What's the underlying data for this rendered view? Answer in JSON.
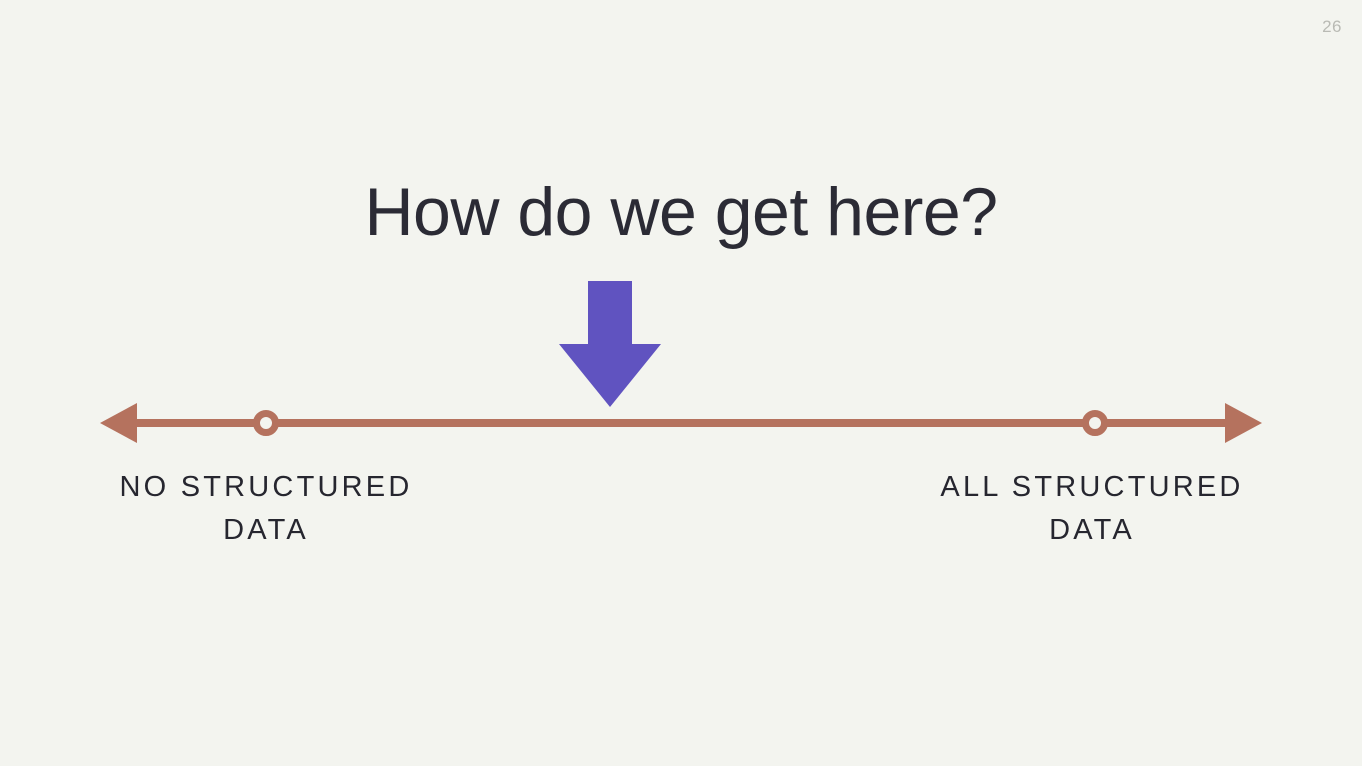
{
  "slide": {
    "page_number": "26",
    "title": "How do we get here?",
    "background_color": "#f3f4ef",
    "title_color": "#2b2b35"
  },
  "arrow": {
    "name": "down-arrow",
    "color": "#6053c0",
    "direction": "down"
  },
  "spectrum": {
    "line_color": "#b5725e",
    "marker_fill": "#f3f4ef",
    "left_end": {
      "label": "NO STRUCTURED\nDATA",
      "line1": "NO STRUCTURED",
      "line2": "DATA"
    },
    "right_end": {
      "label": "ALL STRUCTURED\nDATA",
      "line1": "ALL STRUCTURED",
      "line2": "DATA"
    },
    "markers": [
      {
        "name": "left-marker",
        "position": "near-left"
      },
      {
        "name": "right-marker",
        "position": "near-right"
      }
    ]
  }
}
